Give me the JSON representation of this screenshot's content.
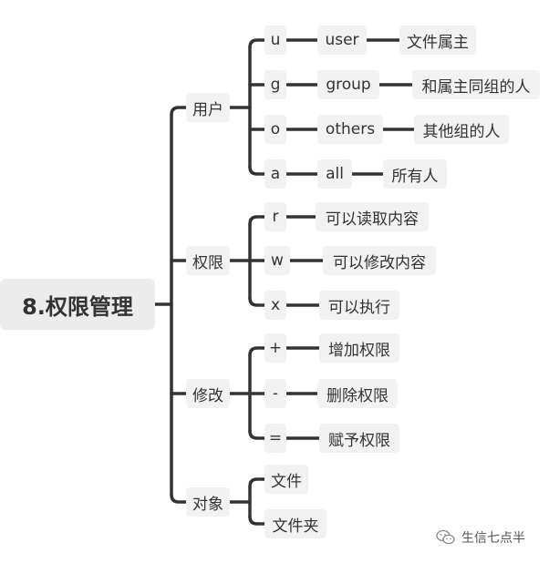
{
  "root": "8.权限管理",
  "branches": [
    {
      "label": "用户",
      "children": [
        {
          "label": "u",
          "children": [
            {
              "label": "user",
              "children": [
                {
                  "label": "文件属主"
                }
              ]
            }
          ]
        },
        {
          "label": "g",
          "children": [
            {
              "label": "group",
              "children": [
                {
                  "label": "和属主同组的人"
                }
              ]
            }
          ]
        },
        {
          "label": "o",
          "children": [
            {
              "label": "others",
              "children": [
                {
                  "label": "其他组的人"
                }
              ]
            }
          ]
        },
        {
          "label": "a",
          "children": [
            {
              "label": "all",
              "children": [
                {
                  "label": "所有人"
                }
              ]
            }
          ]
        }
      ]
    },
    {
      "label": "权限",
      "children": [
        {
          "label": "r",
          "children": [
            {
              "label": "可以读取内容"
            }
          ]
        },
        {
          "label": "w",
          "children": [
            {
              "label": "可以修改内容"
            }
          ]
        },
        {
          "label": "x",
          "children": [
            {
              "label": "可以执行"
            }
          ]
        }
      ]
    },
    {
      "label": "修改",
      "children": [
        {
          "label": "+",
          "children": [
            {
              "label": "增加权限"
            }
          ]
        },
        {
          "label": "-",
          "children": [
            {
              "label": "删除权限"
            }
          ]
        },
        {
          "label": "=",
          "children": [
            {
              "label": "赋予权限"
            }
          ]
        }
      ]
    },
    {
      "label": "对象",
      "children": [
        {
          "label": "文件"
        },
        {
          "label": "文件夹"
        }
      ]
    }
  ],
  "watermark": "生信七点半",
  "colors": {
    "line": "#333333",
    "node_bg": "#f2f2f2",
    "root_bg": "#ececec",
    "text": "#333333"
  }
}
